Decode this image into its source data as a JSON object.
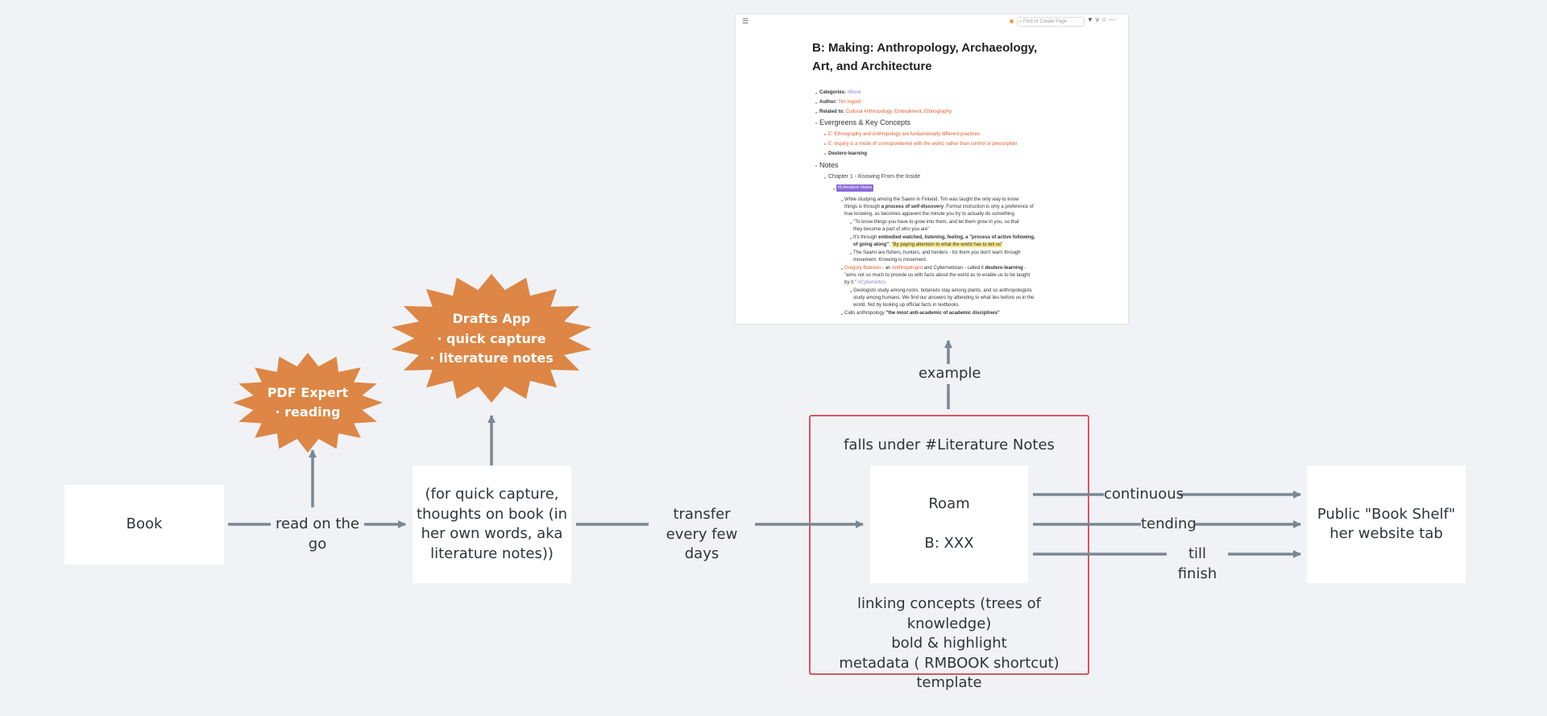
{
  "colors": {
    "background": "#f0f2f5",
    "arrow": "#7b8793",
    "star": "#dd8645",
    "frame": "#d45866",
    "accent_orange": "#e05a2a",
    "tag_purple": "#8c6bd9"
  },
  "nodes": {
    "book": "Book",
    "notes_box": "(for quick capture,\nthoughts on book (in\nher own words, aka\nliterature notes))",
    "roam_title": "Roam",
    "roam_page": "B: XXX",
    "shelf": "Public \"Book Shelf\"\nher website tab"
  },
  "stars": {
    "pdf_expert": "PDF Expert\n· reading",
    "drafts": "Drafts App\n· quick capture\n· literature notes"
  },
  "labels": {
    "read_on_go": "read on the go",
    "transfer": "transfer\nevery few days",
    "falls_under": "falls under #Literature Notes",
    "linking": "linking concepts (trees of knowledge)\nbold & highlight\nmetadata ( RMBOOK shortcut) template",
    "example": "example",
    "continuous": "continuous",
    "tending": "tending",
    "till_finish": "till finish"
  },
  "screenshot": {
    "menu_icon": "menu-icon",
    "search_placeholder": "Find or Create Page",
    "title": "B: Making: Anthropology, Archaeology,\nArt, and Architecture",
    "categories_key": "Categories:",
    "categories_val": "#Book",
    "author_key": "Author:",
    "author_val": "Tim Ingold",
    "related_key": "Related to:",
    "related_val": "Cultural Anthropology, Embodiment, Ethnography",
    "evergreens": "Evergreens & Key Concepts",
    "e1": "E: Ethnography and Anthropology are fundamentally different practices",
    "e2": "E: Inquiry is a mode of correspondence with the world, rather than control or prescription",
    "e3": "Deutero-learning",
    "notes": "Notes",
    "chapter": "Chapter 1 - Knowing From the Inside",
    "lit_tag": "#Literature Notes",
    "p1a": "While studying among the Saami in Finland, Tim was taught the only way to know",
    "p1b_pre": "things is through ",
    "p1b_bold": "a process of self-discovery",
    "p1b_post": ". Formal instruction is only a preference of",
    "p1c": "true knowing, as becomes apparent the minute you try to actually do something",
    "q1a": "\"To know things you have to grow into them, and let them grow in you, so that",
    "q1b": "they become a part of who you are\"",
    "q2a_pre": "It's through ",
    "q2a_bold": "embodied watched, listening, feeling, a \"process of active following,",
    "q2b_bold": "of going along\"",
    "q2b_hl": "\"By paying attention to what the world has to tell us\"",
    "q3a": "The Saami are fishers, hunters, and herders - for them you don't learn through",
    "q3b": "movement. Knowing is movement.",
    "g1_org1": "Gregory Bateson",
    "g1_mid1": " - an ",
    "g1_org2": "Anthropologist",
    "g1_mid2": " and Cybernetician - called it ",
    "g1_bold": "deutero-learning",
    "g1_end": " -",
    "g2": "\"aims not so much to provide us with facts about the world as to enable us to be taught",
    "g3_pre": "by it.\" ",
    "g3_tag": "#Cybernetics",
    "h1": "Geologists study among rocks, botanists stay among plants, and so anthropologists",
    "h2": "study among humans. We find our answers by attending to what lies before us in the",
    "h3": "world. Not by looking up official facts in textbooks",
    "c_pre": "Calls anthropology ",
    "c_bold": "\"the most anti-academic of academic disciplines\""
  }
}
